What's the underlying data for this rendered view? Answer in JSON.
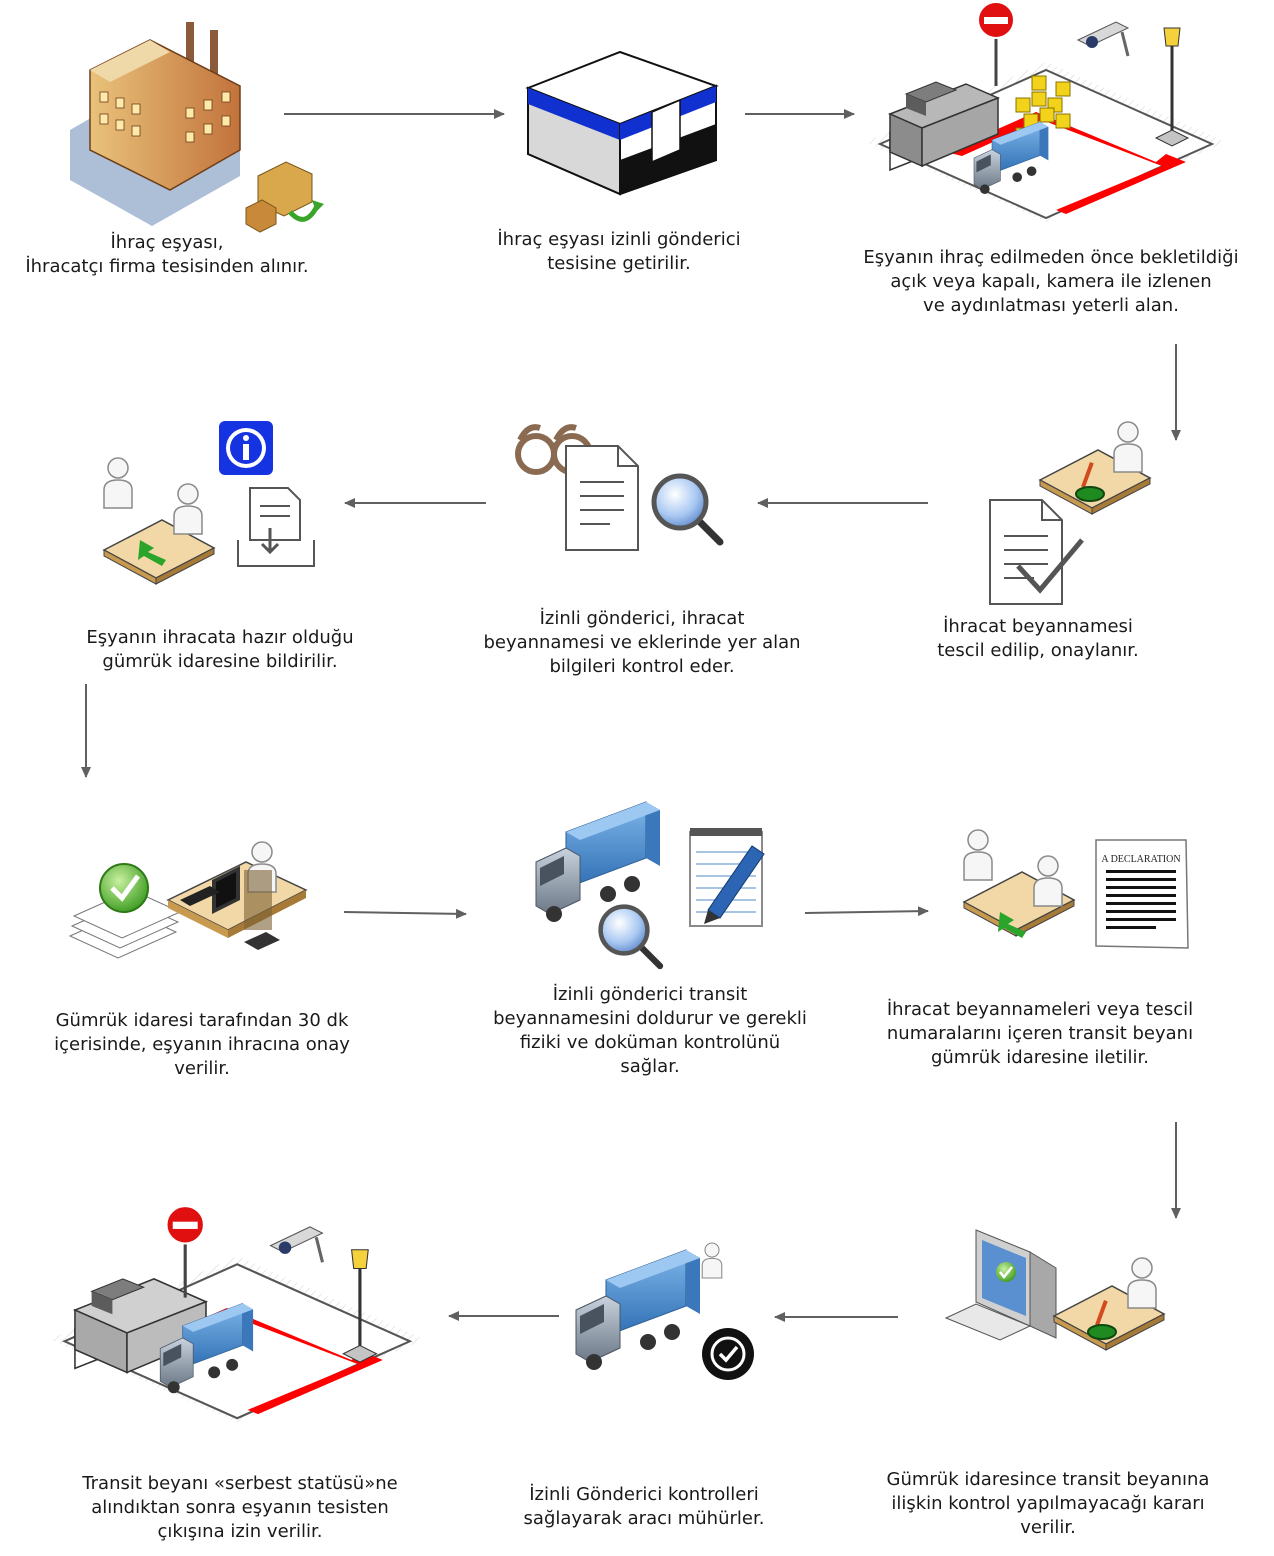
{
  "steps": [
    {
      "id": 1,
      "icon": "factory-icon",
      "lines": [
        "İhraç eşyası,",
        "İhracatçı firma tesisinden alınır."
      ]
    },
    {
      "id": 2,
      "icon": "warehouse-icon",
      "lines": [
        "İhraç eşyası izinli gönderici",
        "tesisine getirilir."
      ]
    },
    {
      "id": 3,
      "icon": "monitored-area-icon",
      "lines": [
        "Eşyanın ihraç edilmeden önce bekletildiği",
        "açık veya kapalı, kamera ile izlenen",
        "ve aydınlatması yeterli  alan."
      ]
    },
    {
      "id": 4,
      "icon": "registration-desk-icon",
      "lines": [
        "İhracat beyannamesi",
        "tescil edilip, onaylanır."
      ]
    },
    {
      "id": 5,
      "icon": "document-inspection-icon",
      "lines": [
        "İzinli gönderici, ihracat",
        "beyannamesi ve eklerinde yer alan",
        "bilgileri kontrol eder."
      ]
    },
    {
      "id": 6,
      "icon": "notification-meeting-icon",
      "lines": [
        "Eşyanın ihracata hazır olduğu",
        "gümrük idaresine bildirilir."
      ]
    },
    {
      "id": 7,
      "icon": "customs-officer-approval-icon",
      "lines": [
        "Gümrük idaresi tarafından 30 dk",
        "içerisinde, eşyanın ihracına onay",
        "verilir."
      ]
    },
    {
      "id": 8,
      "icon": "truck-inspection-notepad-icon",
      "lines": [
        "İzinli gönderici transit",
        "beyannamesini doldurur ve gerekli",
        "fiziki ve doküman kontrolünü",
        "sağlar."
      ]
    },
    {
      "id": 9,
      "icon": "declaration-submission-icon",
      "lines": [
        "İhracat beyannameleri veya tescil",
        "numaralarını içeren transit beyanı",
        "gümrük idaresine iletilir."
      ]
    },
    {
      "id": 10,
      "icon": "computer-decision-icon",
      "lines": [
        "Gümrük idaresince transit beyanına",
        "ilişkin kontrol yapılmayacağı kararı",
        "verilir."
      ]
    },
    {
      "id": 11,
      "icon": "truck-seal-icon",
      "lines": [
        "İzinli Gönderici kontrolleri",
        "sağlayarak aracı mühürler."
      ]
    },
    {
      "id": 12,
      "icon": "exit-release-icon",
      "lines": [
        "Transit beyanı «serbest statüsü»ne",
        "alındıktan sonra eşyanın tesisten",
        "çıkışına izin verilir."
      ]
    }
  ],
  "icon_text": {
    "declaration_heading": "A DECLARATION"
  },
  "colors": {
    "arrow": "#606060",
    "red_path": "#ff0000",
    "truck_blue": "#4a8fd0",
    "desk": "#f2d8a6"
  }
}
